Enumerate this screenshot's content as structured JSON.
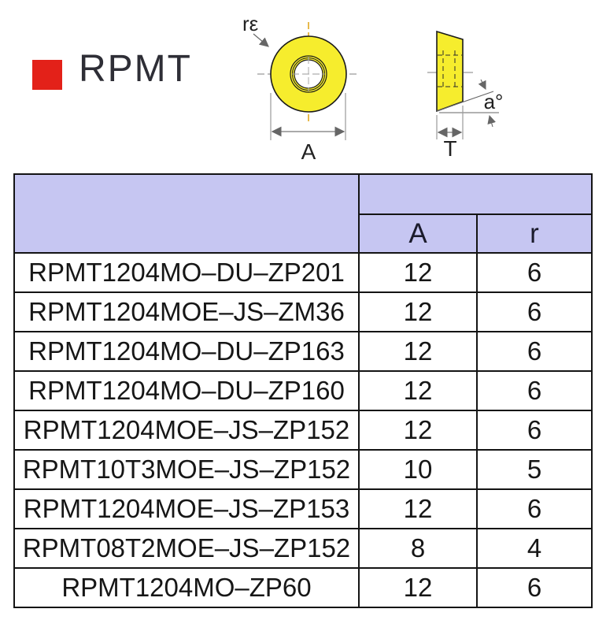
{
  "brand": {
    "title": "RPMT"
  },
  "colors": {
    "accent_red": "#e32119",
    "insert_yellow": "#f6ed2d",
    "header_lavender": "#c6c6f2"
  },
  "diagrams": {
    "top_view": {
      "corner_radius_label": "rε",
      "diameter_label": "A"
    },
    "side_view": {
      "angle_label": "a°",
      "thickness_label": "T"
    }
  },
  "table": {
    "columns": [
      "A",
      "r"
    ],
    "rows": [
      {
        "model": "RPMT1204MO–DU–ZP201",
        "A": "12",
        "r": "6"
      },
      {
        "model": "RPMT1204MOE–JS–ZM36",
        "A": "12",
        "r": "6"
      },
      {
        "model": "RPMT1204MO–DU–ZP163",
        "A": "12",
        "r": "6"
      },
      {
        "model": "RPMT1204MO–DU–ZP160",
        "A": "12",
        "r": "6"
      },
      {
        "model": "RPMT1204MOE–JS–ZP152",
        "A": "12",
        "r": "6"
      },
      {
        "model": "RPMT10T3MOE–JS–ZP152",
        "A": "10",
        "r": "5"
      },
      {
        "model": "RPMT1204MOE–JS–ZP153",
        "A": "12",
        "r": "6"
      },
      {
        "model": "RPMT08T2MOE–JS–ZP152",
        "A": "8",
        "r": "4"
      },
      {
        "model": "RPMT1204MO–ZP60",
        "A": "12",
        "r": "6"
      }
    ]
  }
}
